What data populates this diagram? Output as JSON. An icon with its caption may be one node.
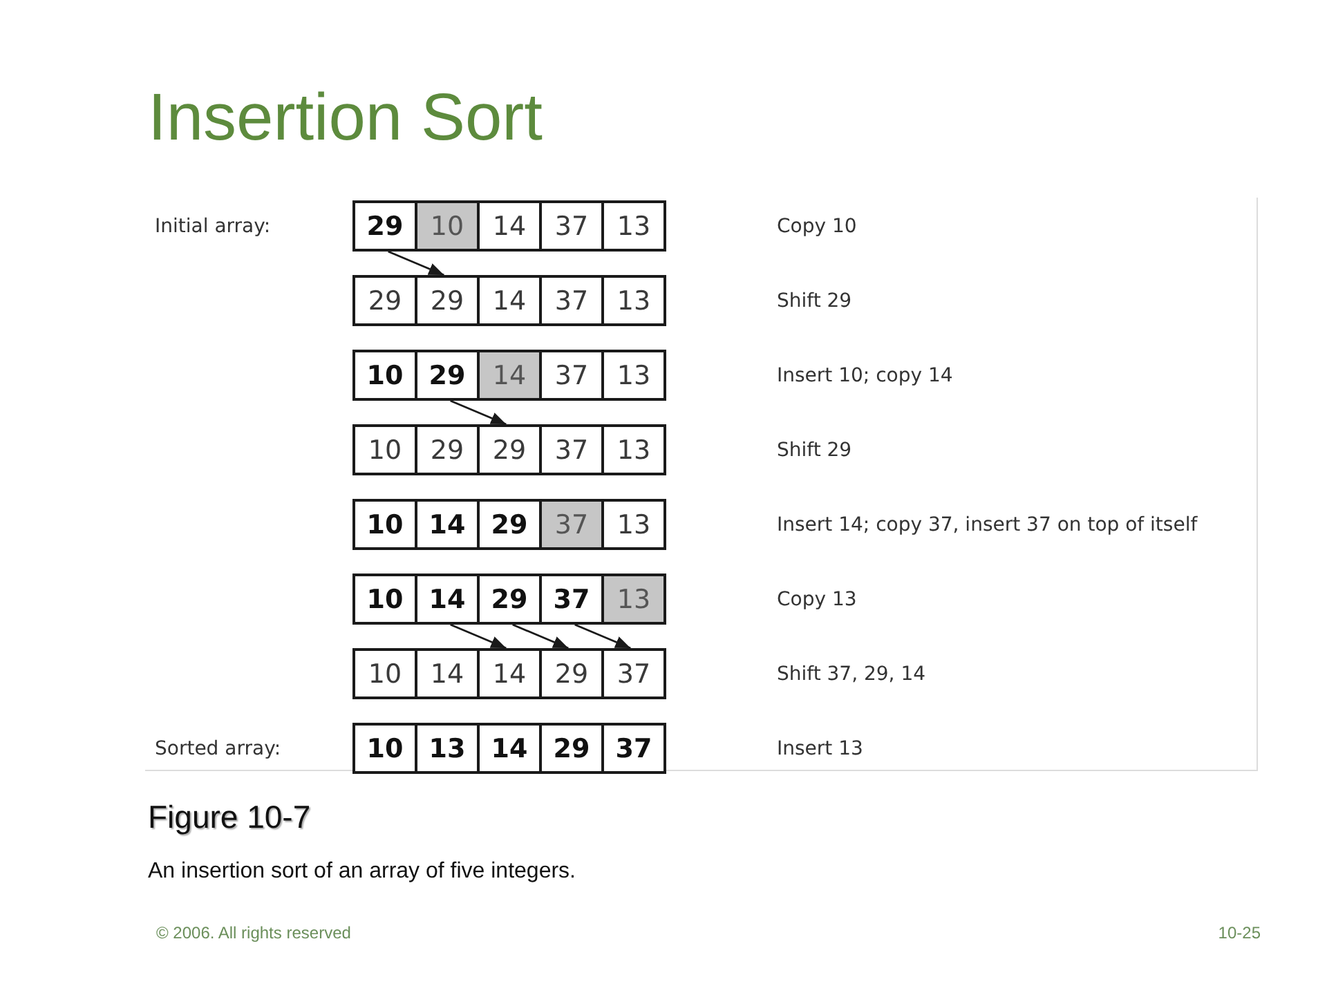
{
  "diagram": {
    "title": "Insertion Sort",
    "caption": "An insertion sort of an array of five integers.",
    "nodes": [
      {
        "text": [
          "29"
        ]
      },
      {
        "text": [
          "10"
        ]
      },
      {
        "text": [
          "14"
        ]
      },
      {
        "text": [
          "37"
        ]
      },
      {
        "text": [
          "13"
        ]
      },
      {
        "text": [
          "29"
        ]
      },
      {
        "text": [
          "29"
        ]
      },
      {
        "text": [
          "14"
        ]
      },
      {
        "text": [
          "37"
        ]
      },
      {
        "text": [
          "13"
        ]
      },
      {
        "text": [
          "10"
        ]
      },
      {
        "text": [
          "29"
        ]
      },
      {
        "text": [
          "14"
        ]
      },
      {
        "text": [
          "37"
        ]
      },
      {
        "text": [
          "13"
        ]
      },
      {
        "text": [
          "10"
        ]
      },
      {
        "text": [
          "29"
        ]
      },
      {
        "text": [
          "29"
        ]
      },
      {
        "text": [
          "37"
        ]
      },
      {
        "text": [
          "13"
        ]
      },
      {
        "text": [
          "10"
        ]
      },
      {
        "text": [
          "14"
        ]
      },
      {
        "text": [
          "29"
        ]
      },
      {
        "text": [
          "37"
        ]
      },
      {
        "text": [
          "13"
        ]
      },
      {
        "text": [
          "10"
        ]
      },
      {
        "text": [
          "14"
        ]
      },
      {
        "text": [
          "29"
        ]
      },
      {
        "text": [
          "37"
        ]
      },
      {
        "text": [
          "13"
        ]
      },
      {
        "text": [
          "10"
        ]
      },
      {
        "text": [
          "14"
        ]
      },
      {
        "text": [
          "14"
        ]
      },
      {
        "text": [
          "29"
        ]
      },
      {
        "text": [
          "37"
        ]
      },
      {
        "text": [
          "10"
        ]
      },
      {
        "text": [
          "13"
        ]
      },
      {
        "text": [
          "14"
        ]
      },
      {
        "text": [
          "29"
        ]
      },
      {
        "text": [
          "37"
        ]
      }
    ],
    "edges": [
      {
        "from": 0,
        "to": 6,
        "arrow": "to"
      },
      {
        "from": 11,
        "to": 17,
        "arrow": "to"
      },
      {
        "from": 26,
        "to": 32,
        "arrow": "to"
      },
      {
        "from": 27,
        "to": 33,
        "arrow": "to"
      },
      {
        "from": 28,
        "to": 34,
        "arrow": "to"
      }
    ],
    "labels": [
      "Initial array:",
      "Copy 10",
      "Shift 29",
      "Insert 10; copy 14",
      "Shift 29",
      "Insert 14; copy 37, insert 37 on top of itself",
      "Copy 13",
      "Shift 37, 29, 14",
      "Sorted array:",
      "Insert 13",
      "Figure 10-7",
      "© 2006. All rights reserved",
      "10-25"
    ]
  }
}
